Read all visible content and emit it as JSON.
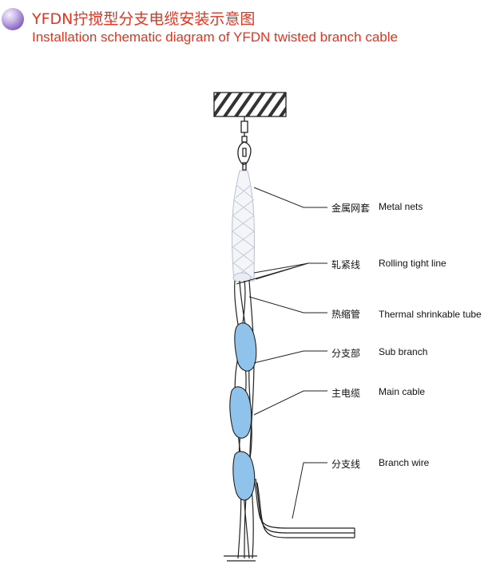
{
  "header": {
    "title_cn": "YFDN拧搅型分支电缆安装示意图",
    "title_en": "Installation schematic diagram of YFDN twisted branch cable"
  },
  "labels": [
    {
      "key": "metal-nets",
      "cn": "金属网套",
      "en": "Metal nets"
    },
    {
      "key": "rolling-tight-line",
      "cn": "轧紧线",
      "en": "Rolling tight line"
    },
    {
      "key": "thermal-shrinkable-tube",
      "cn": "热缩管",
      "en": "Thermal shrinkable tube"
    },
    {
      "key": "sub-branch",
      "cn": "分支部",
      "en": "Sub branch"
    },
    {
      "key": "main-cable",
      "cn": "主电缆",
      "en": "Main cable"
    },
    {
      "key": "branch-wire",
      "cn": "分支线",
      "en": "Branch wire"
    }
  ],
  "colors": {
    "title": "#e8321e",
    "sub_branch_fill": "#8fc3ec",
    "line": "#222222"
  }
}
